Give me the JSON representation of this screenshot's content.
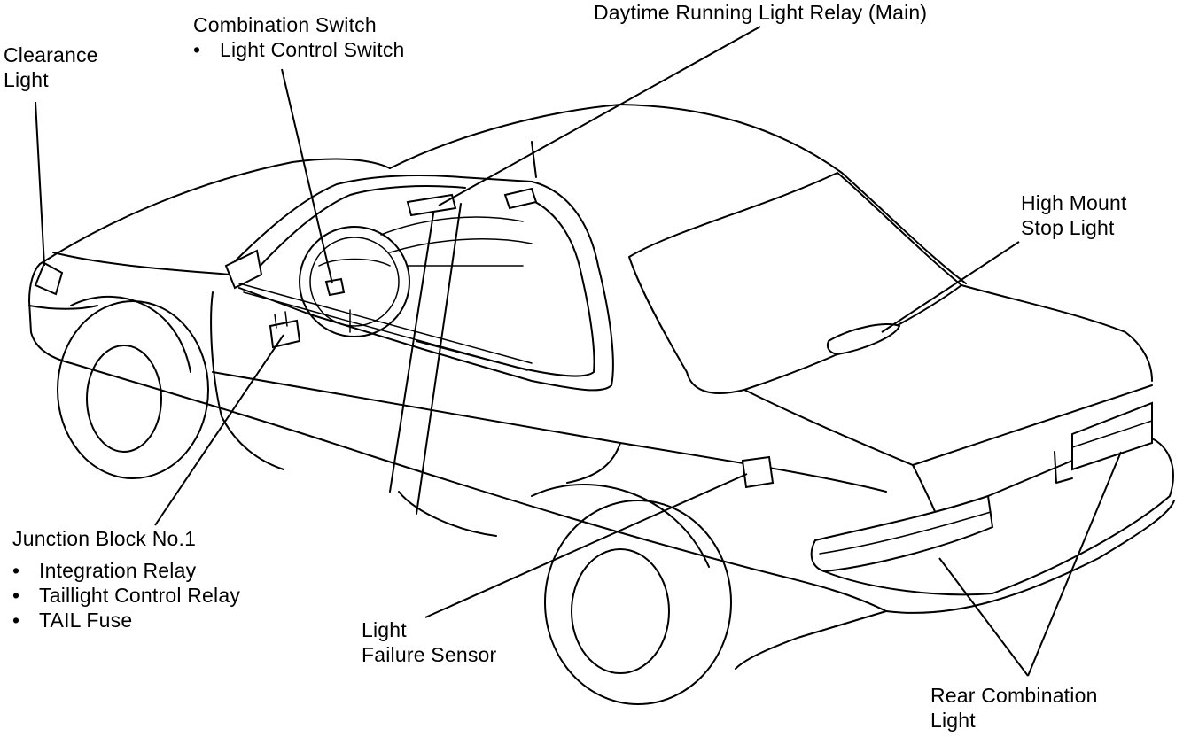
{
  "labels": {
    "clearance_light": {
      "line1": "Clearance",
      "line2": "Light"
    },
    "combination_switch": {
      "title": "Combination Switch",
      "items": [
        "Light Control Switch"
      ]
    },
    "drl_relay": {
      "text": "Daytime Running Light Relay (Main)"
    },
    "high_mount_stop_light": {
      "line1": "High Mount",
      "line2": "Stop Light"
    },
    "junction_block": {
      "title": "Junction Block No.1",
      "items": [
        "Integration Relay",
        "Taillight Control Relay",
        "TAIL Fuse"
      ]
    },
    "light_failure_sensor": {
      "line1": "Light",
      "line2": "Failure Sensor"
    },
    "rear_combination_light": {
      "line1": "Rear Combination",
      "line2": "Light"
    }
  },
  "bullet": "•"
}
